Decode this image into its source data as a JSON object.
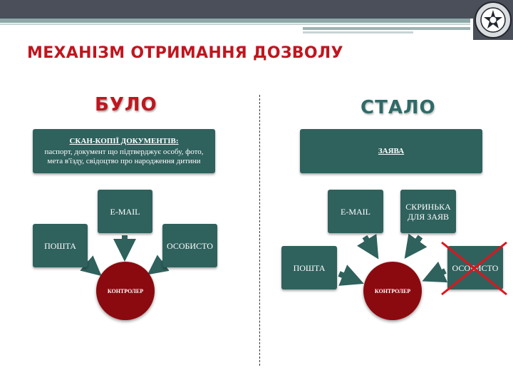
{
  "title": "МЕХАНІЗМ ОТРИМАННЯ ДОЗВОЛУ",
  "left": {
    "heading": "БУЛО",
    "docs_header": "СКАН-КОПІЇ ДОКУМЕНТІВ:",
    "docs_body": "паспорт, документ що підтверджує особу, фото, мета в'їзду, свідоцтво про народження дитини",
    "email": "E-MAIL",
    "poshta": "ПОШТА",
    "osobysto": "ОСОБИСТО",
    "controller": "КОНТРОЛЕР"
  },
  "right": {
    "heading": "СТАЛО",
    "zayava": "ЗАЯВА",
    "email": "E-MAIL",
    "skrynka": "СКРИНЬКА ДЛЯ ЗАЯВ",
    "poshta": "ПОШТА",
    "osobysto": "ОСОБИСТО",
    "controller": "КОНТРОЛЕР"
  },
  "colors": {
    "title_red": "#c0161e",
    "box_teal": "#2f615d",
    "circle_red": "#8b0a0f",
    "stalo_teal": "#2f6b68"
  }
}
